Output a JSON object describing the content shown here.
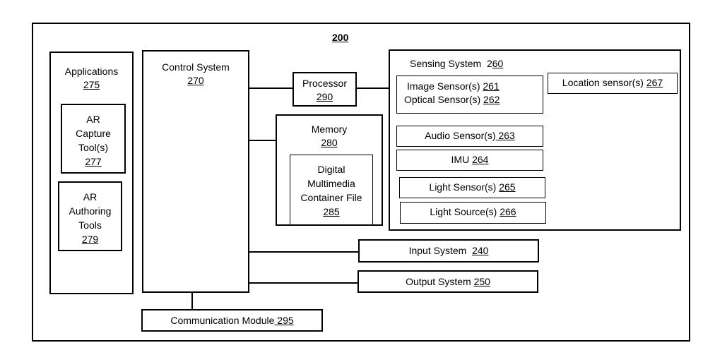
{
  "figure": {
    "number": "200"
  },
  "applications": {
    "label": "Applications",
    "ref": "275",
    "children": [
      {
        "lines": [
          "AR",
          "Capture",
          "Tool(s)"
        ],
        "ref": "277"
      },
      {
        "lines": [
          "AR",
          "Authoring",
          "Tools"
        ],
        "ref": "279"
      }
    ]
  },
  "control_system": {
    "label": "Control System",
    "ref": "270"
  },
  "processor": {
    "label": "Processor",
    "ref": "290"
  },
  "memory": {
    "label": "Memory",
    "ref": "280",
    "container_file": {
      "lines": [
        "Digital",
        "Multimedia",
        "Container File"
      ],
      "ref": "285"
    }
  },
  "sensing_system": {
    "label": "Sensing System  2",
    "ref_suffix": "60",
    "image_optical": {
      "image_label": "Image Sensor(s) ",
      "image_ref": "261",
      "optical_label": "Optical Sensor(s) ",
      "optical_ref": "262"
    },
    "location": {
      "label": "Location sensor(s) ",
      "ref": "267"
    },
    "audio": {
      "label": "Audio Sensor(s)",
      "ref": " 263"
    },
    "imu": {
      "label": "IMU ",
      "ref": "264"
    },
    "light_sensor": {
      "label": "Light Sensor(s) ",
      "ref": "265"
    },
    "light_source": {
      "label": "Light Source(s) ",
      "ref": "266"
    }
  },
  "input_system": {
    "label": "Input System  ",
    "ref": "240"
  },
  "output_system": {
    "label": "Output System ",
    "ref": "250"
  },
  "communication_module": {
    "label": "Communication Module",
    "ref": " 295"
  }
}
